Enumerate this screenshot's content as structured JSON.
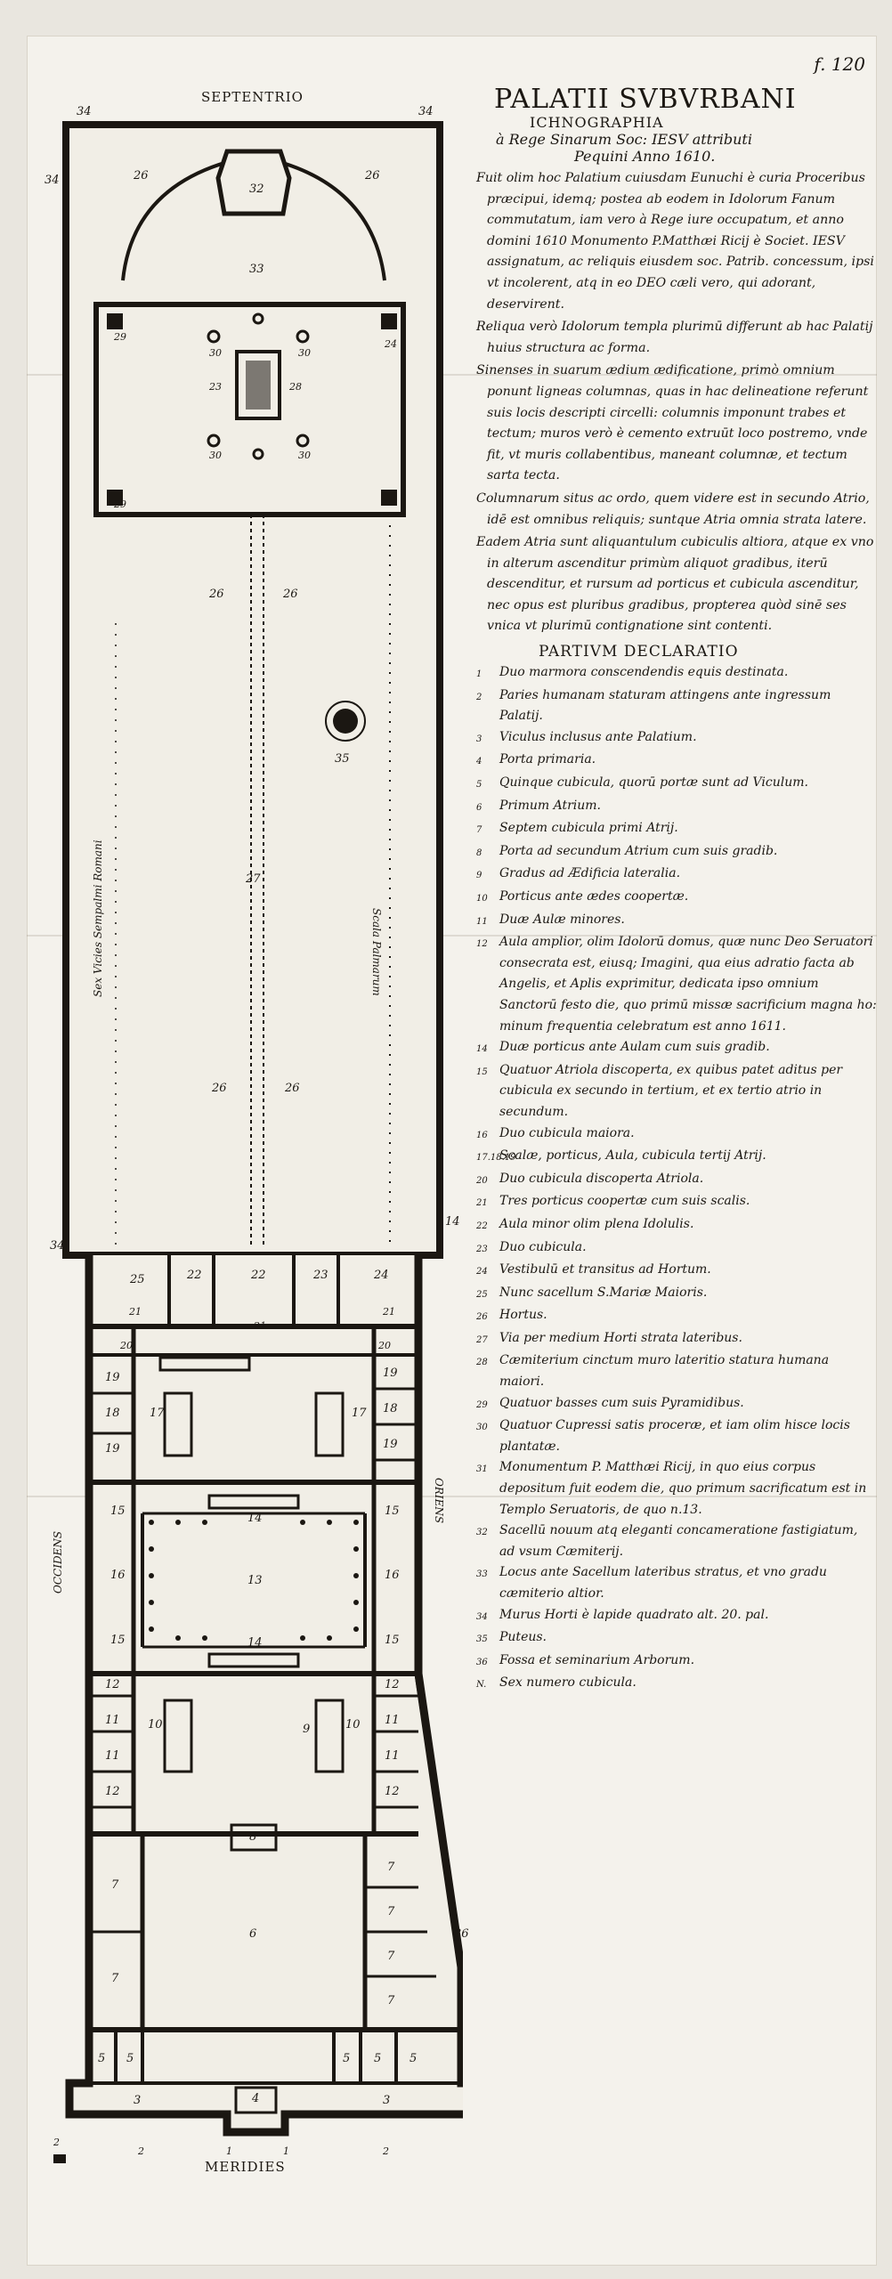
{
  "folio": "f. 120",
  "plan": {
    "north": "SEPTENTRIO",
    "south": "MERIDIES",
    "west": "OCCIDENS",
    "east": "ORIENS",
    "left_inscription": "Sex Vicies Sempalmi Romani",
    "right_inscription": "Scala Palmarum",
    "room_numbers": {
      "n34": "34",
      "n26": "26",
      "n32": "32",
      "n33": "33",
      "n29": "29",
      "n30": "30",
      "n23": "23",
      "n28": "28",
      "n24": "24",
      "n27": "27",
      "n35": "35",
      "n22": "22",
      "n25": "25",
      "n21": "21",
      "n20": "20",
      "n19": "19",
      "n18": "18",
      "n17": "17",
      "n15": "15",
      "n16": "16",
      "n13": "13",
      "n14": "14",
      "n12": "12",
      "n11": "11",
      "n10": "10",
      "n9": "9",
      "n8": "8",
      "n7": "7",
      "n6": "6",
      "n5": "5",
      "n4": "4",
      "n3": "3",
      "n2": "2",
      "n1": "1",
      "n36": "36"
    }
  },
  "header": {
    "title": "PALATII SVBVRBANI",
    "subtitle": "ICHNOGRAPHIA",
    "line2": "à Rege Sinarum Soc: IESV attributi",
    "line3": "Pequini Anno 1610."
  },
  "description": [
    "Fuit olim hoc Palatium cuiusdam Eunuchi è curia Proceribus præcipui, idemq; postea ab eodem in Idolorum Fanum commutatum, iam vero à Rege iure occupatum, et anno domini 1610 Monumento P.Matthæi Ricij è Societ. IESV assignatum, ac reliquis eiusdem soc. Patrib. concessum, ipsi vt incolerent, atq in eo DEO cæli vero, qui adorant, deservirent.",
    "Reliqua verò Idolorum templa plurimū differunt ab hac Palatij huius structura ac forma.",
    "Sinenses in suarum ædium ædificatione, primò omnium ponunt ligneas columnas, quas in hac delineatione referunt suis locis descripti circelli: columnis imponunt trabes et tectum; muros verò è cemento extruūt loco postremo, vnde fit, vt muris collabentibus, maneant columnæ, et tectum sarta tecta.",
    "Columnarum situs ac ordo, quem videre est in secundo Atrio, idē est omnibus reliquis; suntque Atria omnia strata latere.",
    "Eadem Atria sunt aliquantulum cubiculis altiora, atque ex vno in alterum ascenditur primùm aliquot gradibus, iterū descenditur, et rursum ad porticus et cubicula ascenditur, nec opus est pluribus gradibus, propterea quòd sinē ses vnica vt plurimū contignatione sint contenti."
  ],
  "section_title": "PARTIVM DECLARATIO",
  "legend": [
    {
      "n": "1",
      "t": "Duo marmora conscendendis equis destinata."
    },
    {
      "n": "2",
      "t": "Paries humanam staturam attingens ante ingressum Palatij."
    },
    {
      "n": "3",
      "t": "Viculus inclusus ante Palatium."
    },
    {
      "n": "4",
      "t": "Porta primaria."
    },
    {
      "n": "5",
      "t": "Quinque cubicula, quorū portæ sunt ad Viculum."
    },
    {
      "n": "6",
      "t": "Primum Atrium."
    },
    {
      "n": "7",
      "t": "Septem cubicula primi Atrij."
    },
    {
      "n": "8",
      "t": "Porta ad secundum Atrium cum suis gradib."
    },
    {
      "n": "9",
      "t": "Gradus ad Ædificia lateralia."
    },
    {
      "n": "10",
      "t": "Porticus ante ædes coopertæ."
    },
    {
      "n": "11",
      "t": "Duæ Aulæ minores."
    },
    {
      "n": "12",
      "t": "Aula amplior, olim Idolorū domus, quæ nunc Deo Seruatori consecrata est, eiusq; Imagini, qua eius adratio facta ab Angelis, et Aplis exprimitur, dedicata ipso omnium Sanctorū festo die, quo primū missæ sacrificium magna ho: minum frequentia celebratum est anno 1611."
    },
    {
      "n": "14",
      "t": "Duæ porticus ante Aulam cum suis gradib."
    },
    {
      "n": "15",
      "t": "Quatuor Atriola discoperta, ex quibus patet aditus per cubicula ex secundo in tertium, et ex tertio atrio in secundum."
    },
    {
      "n": "16",
      "t": "Duo cubicula maiora."
    },
    {
      "n": "17.18.19",
      "t": "Scalæ, porticus, Aula, cubicula tertij Atrij."
    },
    {
      "n": "20",
      "t": "Duo cubicula discoperta Atriola."
    },
    {
      "n": "21",
      "t": "Tres porticus coopertæ cum suis scalis."
    },
    {
      "n": "22",
      "t": "Aula minor olim plena Idolulis."
    },
    {
      "n": "23",
      "t": "Duo cubicula."
    },
    {
      "n": "24",
      "t": "Vestibulū et transitus ad Hortum."
    },
    {
      "n": "25",
      "t": "Nunc sacellum S.Mariæ Maioris."
    },
    {
      "n": "26",
      "t": "Hortus."
    },
    {
      "n": "27",
      "t": "Via per medium Horti strata lateribus."
    },
    {
      "n": "28",
      "t": "Cæmiterium cinctum muro lateritio statura humana maiori."
    },
    {
      "n": "29",
      "t": "Quatuor basses cum suis Pyramidibus."
    },
    {
      "n": "30",
      "t": "Quatuor Cupressi satis proceræ, et iam olim hisce locis plantatæ."
    },
    {
      "n": "31",
      "t": "Monumentum P. Matthæi Ricij, in quo eius corpus depositum fuit eodem die, quo primum sacrificatum est in Templo Seruatoris, de quo n.13."
    },
    {
      "n": "32",
      "t": "Sacellū nouum atq eleganti concameratione fastigiatum, ad vsum Cæmiterij."
    },
    {
      "n": "33",
      "t": "Locus ante Sacellum lateribus stratus, et vno gradu cæmiterio altior."
    },
    {
      "n": "34",
      "t": "Murus Horti è lapide quadrato alt. 20. pal."
    },
    {
      "n": "35",
      "t": "Puteus."
    },
    {
      "n": "36",
      "t": "Fossa et seminarium Arborum."
    },
    {
      "n": "N.",
      "t": "Sex numero cubicula."
    }
  ]
}
